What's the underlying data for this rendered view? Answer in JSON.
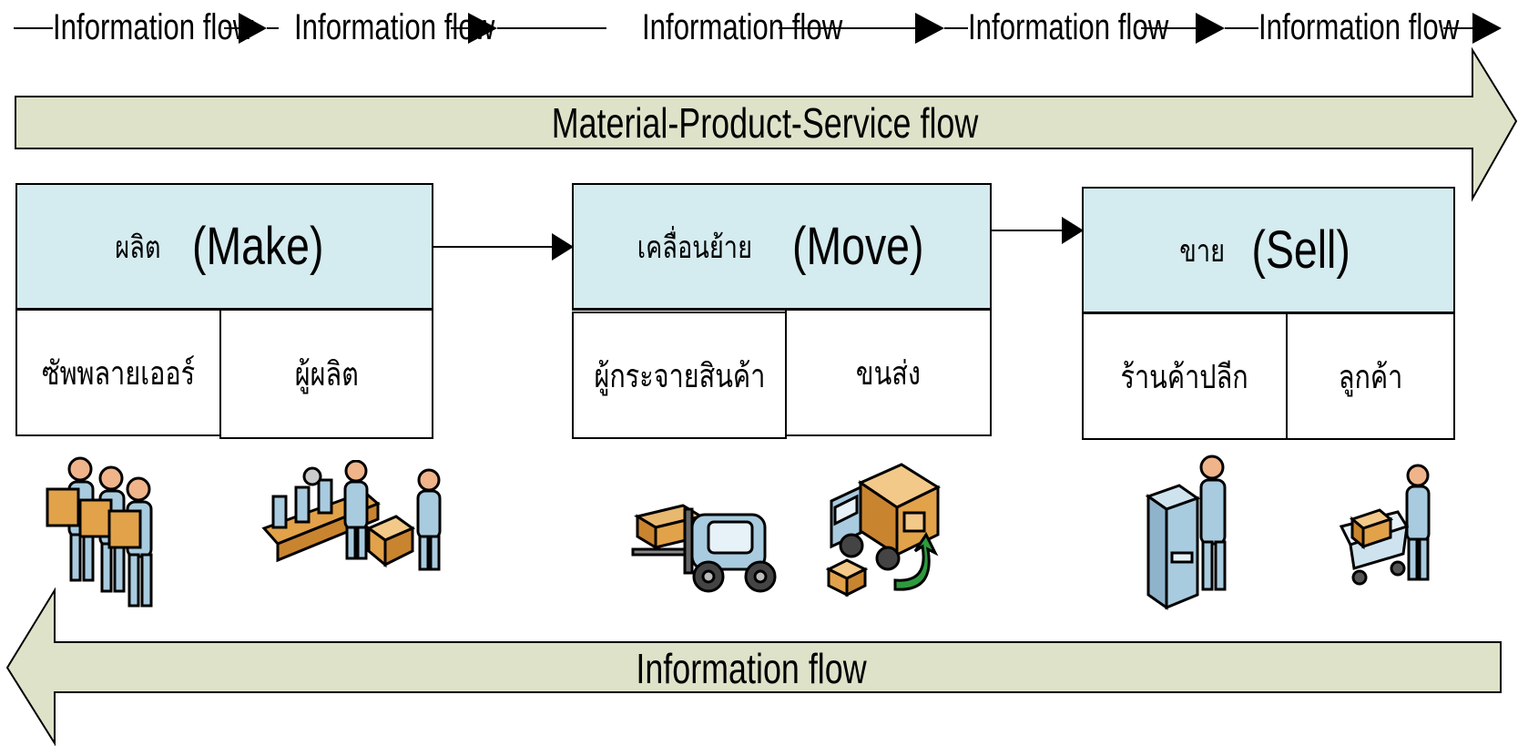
{
  "top_flow": {
    "labels": [
      "Information flow",
      "Information flow",
      "Information flow",
      "Information flow",
      "Information flow"
    ]
  },
  "material_arrow": {
    "label": "Material-Product-Service flow",
    "fill": "#dde2c9"
  },
  "info_arrow": {
    "label": "Information flow",
    "fill": "#dde2c9"
  },
  "stages": [
    {
      "thai": "ผลิต",
      "eng": "(Make)",
      "cells": [
        "ซัพพลายเออร์",
        "ผู้ผลิต"
      ]
    },
    {
      "thai": "เคลื่อนย้าย",
      "eng": "(Move)",
      "cells": [
        "ผู้กระจายสินค้า",
        "ขนส่ง"
      ]
    },
    {
      "thai": "ขาย",
      "eng": "(Sell)",
      "cells": [
        "ร้านค้าปลีก",
        "ลูกค้า"
      ]
    }
  ],
  "icons": [
    "supplier-workers-icon",
    "manufacturing-line-icon",
    "forklift-icon",
    "delivery-truck-icon",
    "retail-kiosk-icon",
    "shopping-cart-customer-icon"
  ],
  "colors": {
    "header_fill": "#d4ebef",
    "arrow_fill": "#dde2c9",
    "person": "#a9cbdf",
    "box": "#e2a24a"
  }
}
